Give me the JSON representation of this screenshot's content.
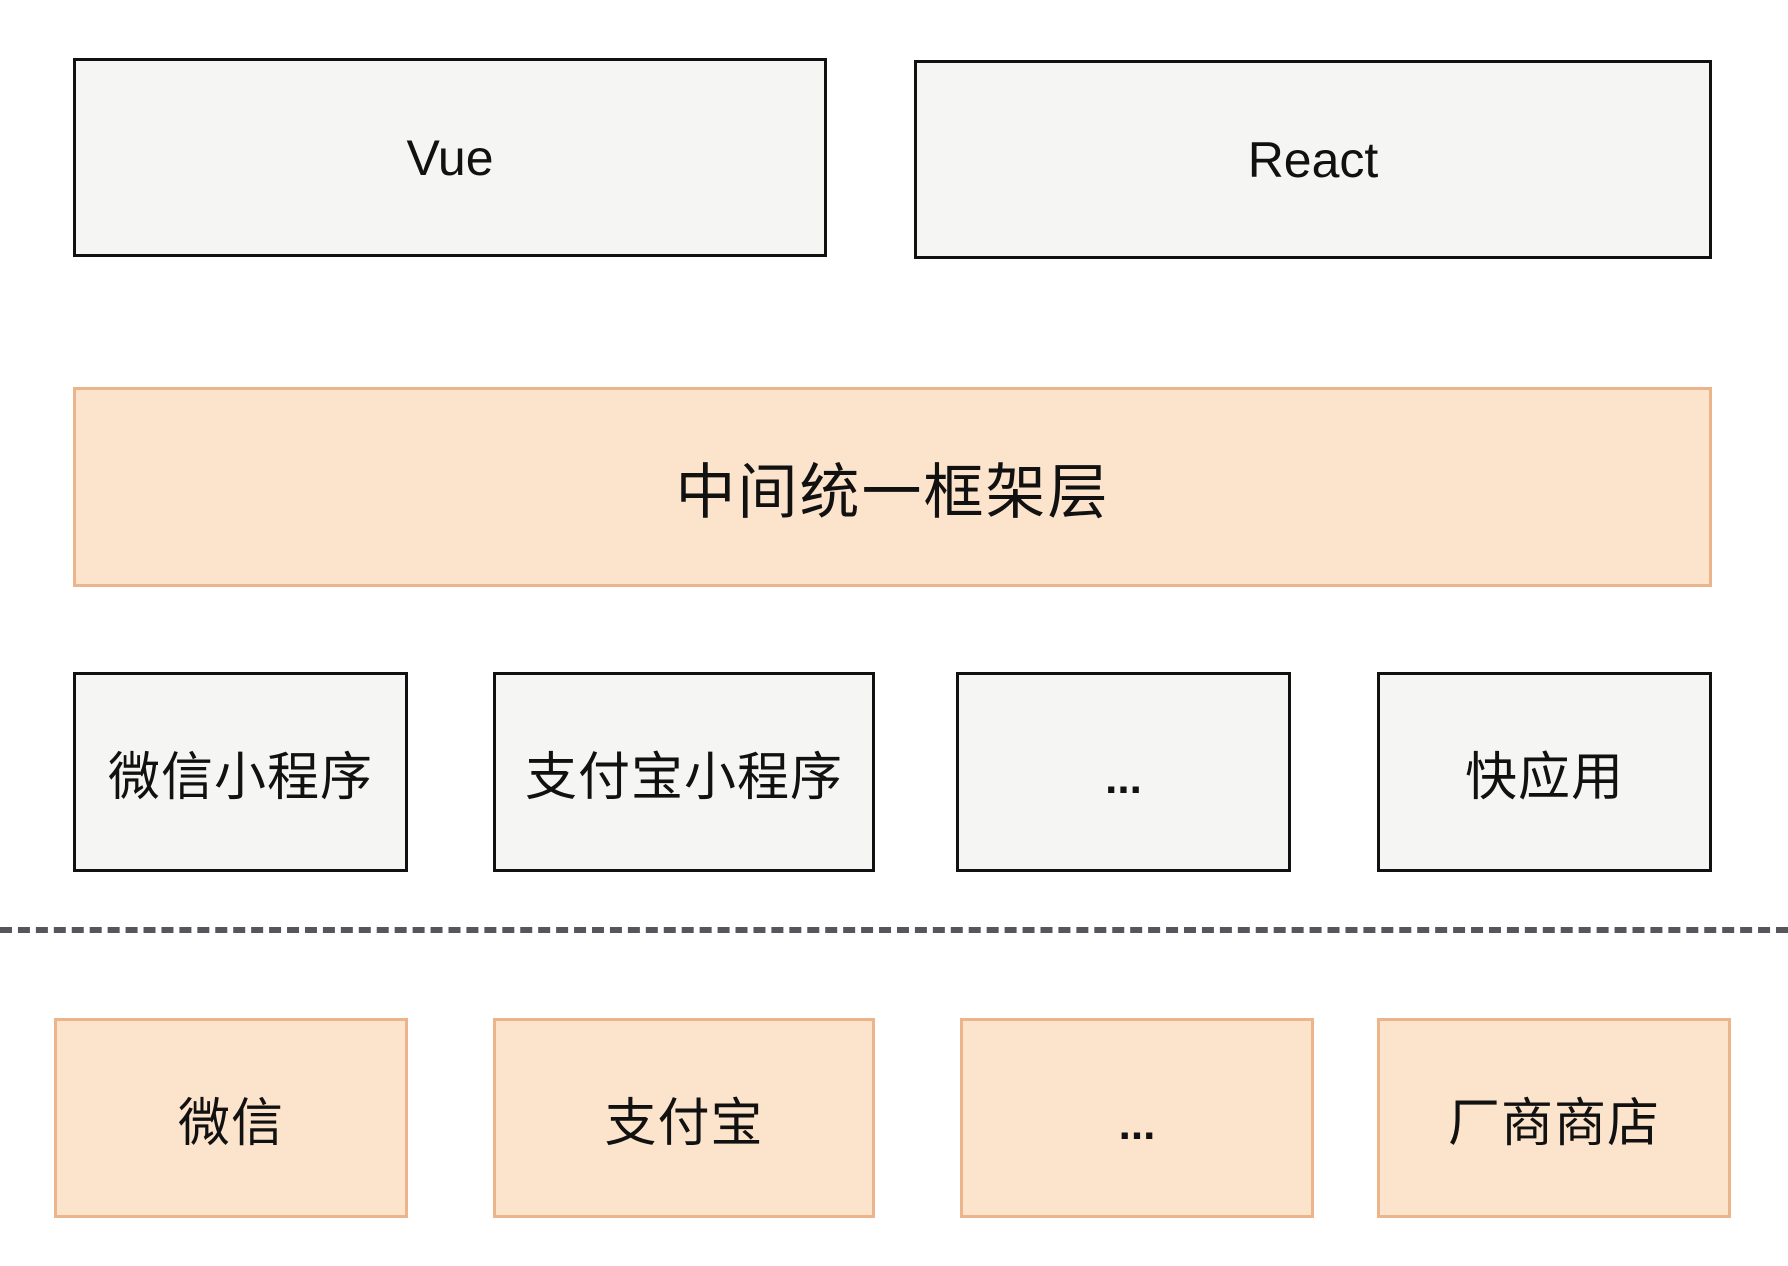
{
  "frameworks": {
    "vue_label": "Vue",
    "react_label": "React"
  },
  "middle_layer": {
    "label": "中间统一框架层"
  },
  "mini_programs": {
    "wechat_label": "微信小程序",
    "alipay_label": "支付宝小程序",
    "more_label": "...",
    "quick_app_label": "快应用"
  },
  "platforms": {
    "wechat_label": "微信",
    "alipay_label": "支付宝",
    "more_label": "...",
    "vendor_store_label": "厂商商店"
  },
  "colors": {
    "gray_fill": "#f5f5f3",
    "orange_fill": "#fce4cc",
    "orange_border": "#ebb48a",
    "divider": "#55575c"
  }
}
